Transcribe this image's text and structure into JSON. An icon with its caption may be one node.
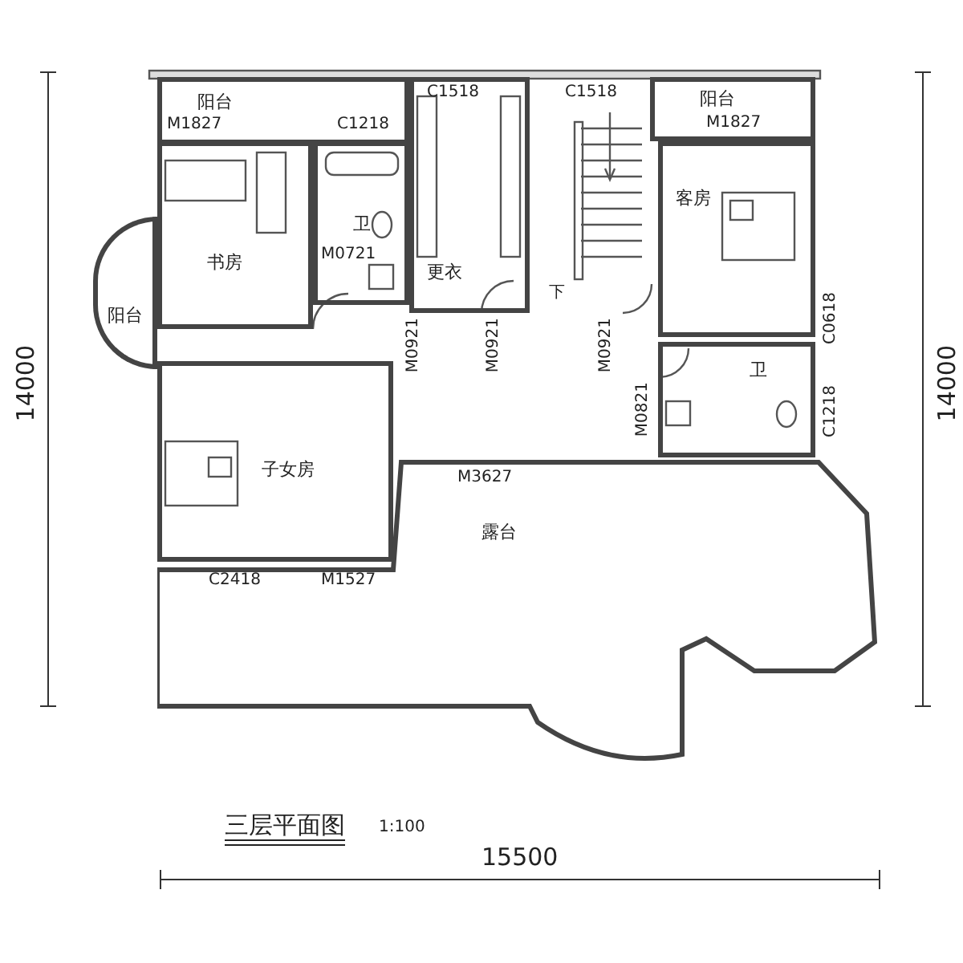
{
  "diagram": {
    "title": "三层平面图",
    "nodes": [
      {
        "text": [
          "阳台"
        ]
      },
      {
        "text": [
          "阳台"
        ]
      },
      {
        "text": [
          "客房"
        ]
      },
      {
        "text": [
          "卫"
        ]
      },
      {
        "text": [
          "书房"
        ]
      },
      {
        "text": [
          "更衣"
        ]
      },
      {
        "text": [
          "阳台"
        ]
      },
      {
        "text": [
          "卫"
        ]
      },
      {
        "text": [
          "子女房"
        ]
      },
      {
        "text": [
          "露台"
        ]
      }
    ],
    "labels": [
      "C1518",
      "C1518",
      "M1827",
      "C1218",
      "M1827",
      "M0721",
      "下",
      "C0618",
      "M0921",
      "M0921",
      "M0921",
      "M0821",
      "C1218",
      "M3627",
      "C2418",
      "M1527",
      "14000",
      "14000",
      "1:100",
      "15500"
    ]
  }
}
